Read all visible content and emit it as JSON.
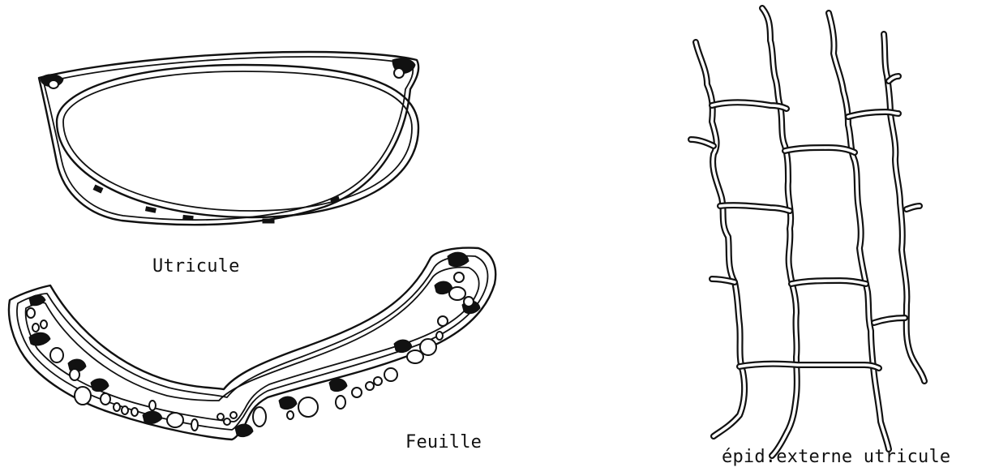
{
  "figures": [
    {
      "id": "utricule",
      "caption": "Utricule"
    },
    {
      "id": "feuille",
      "caption": "Feuille"
    },
    {
      "id": "epiderme",
      "caption": "épid.externe utricule"
    }
  ],
  "colors": {
    "ink": "#111111",
    "paper": "#ffffff"
  }
}
